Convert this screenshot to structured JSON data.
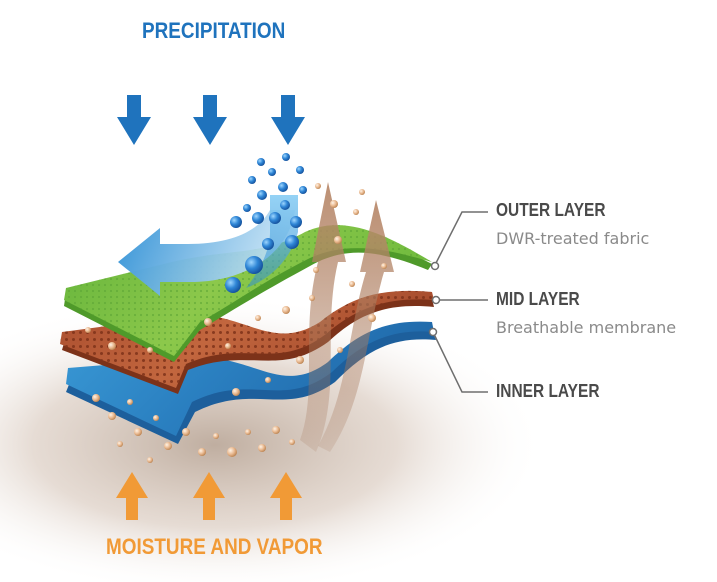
{
  "title_top": "PRECIPITATION",
  "title_bottom": "MOISTURE AND VAPOR",
  "layers": [
    {
      "name": "OUTER LAYER",
      "description": "DWR-treated fabric"
    },
    {
      "name": "MID LAYER",
      "description": "Breathable membrane"
    },
    {
      "name": "INNER LAYER",
      "description": ""
    }
  ],
  "colors": {
    "rain_blue": "#1f73bd",
    "moisture_orange": "#f19a36",
    "outer_layer_green": "#7ac143",
    "mid_layer_brown": "#b85a35",
    "inner_layer_blue": "#2a83c4",
    "label_text": "#4a4a4a",
    "description_text": "#8a8a8a"
  },
  "icons": {
    "rain_arrows": "arrow-down-icon",
    "moisture_arrows": "arrow-up-icon",
    "water_droplets": "droplet-icon",
    "vapor_particles": "particle-icon",
    "vapor_streams": "curved-arrow-up-icon",
    "repel_flow": "curved-arrow-icon"
  }
}
